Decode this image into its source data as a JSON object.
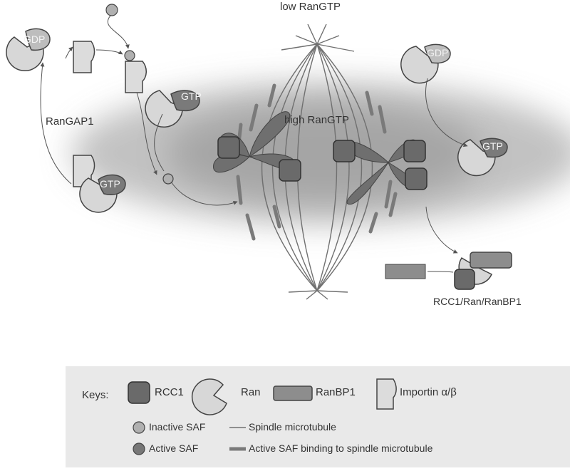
{
  "labels": {
    "low_ran": "low RanGTP",
    "high_ran": "high RanGTP",
    "rangap": "RanGAP1",
    "complex": "RCC1/Ran/RanBP1"
  },
  "ran_tags": {
    "gdp": "GDP",
    "gtp": "GTP"
  },
  "keys": {
    "title": "Keys:",
    "rcc1": "RCC1",
    "ran": "Ran",
    "ranbp1": "RanBP1",
    "importin": "Importin α/β",
    "inactive_saf": "Inactive SAF",
    "spindle_mt": "Spindle microtubule",
    "active_saf": "Active SAF",
    "active_saf_binding": "Active SAF binding to spindle microtubule"
  },
  "colors": {
    "rcc1": "#6a6a6a",
    "ran_body": "#d7d7d7",
    "ran_gtp": "#7a7a7a",
    "ran_gdp": "#bdbdbd",
    "ranbp1": "#8d8d8d",
    "importin": "#dcdcdc",
    "saf_inactive": "#b0b0b0",
    "saf_active": "#777777",
    "microtubule": "#707070",
    "key_bg": "#e9e9e9"
  }
}
